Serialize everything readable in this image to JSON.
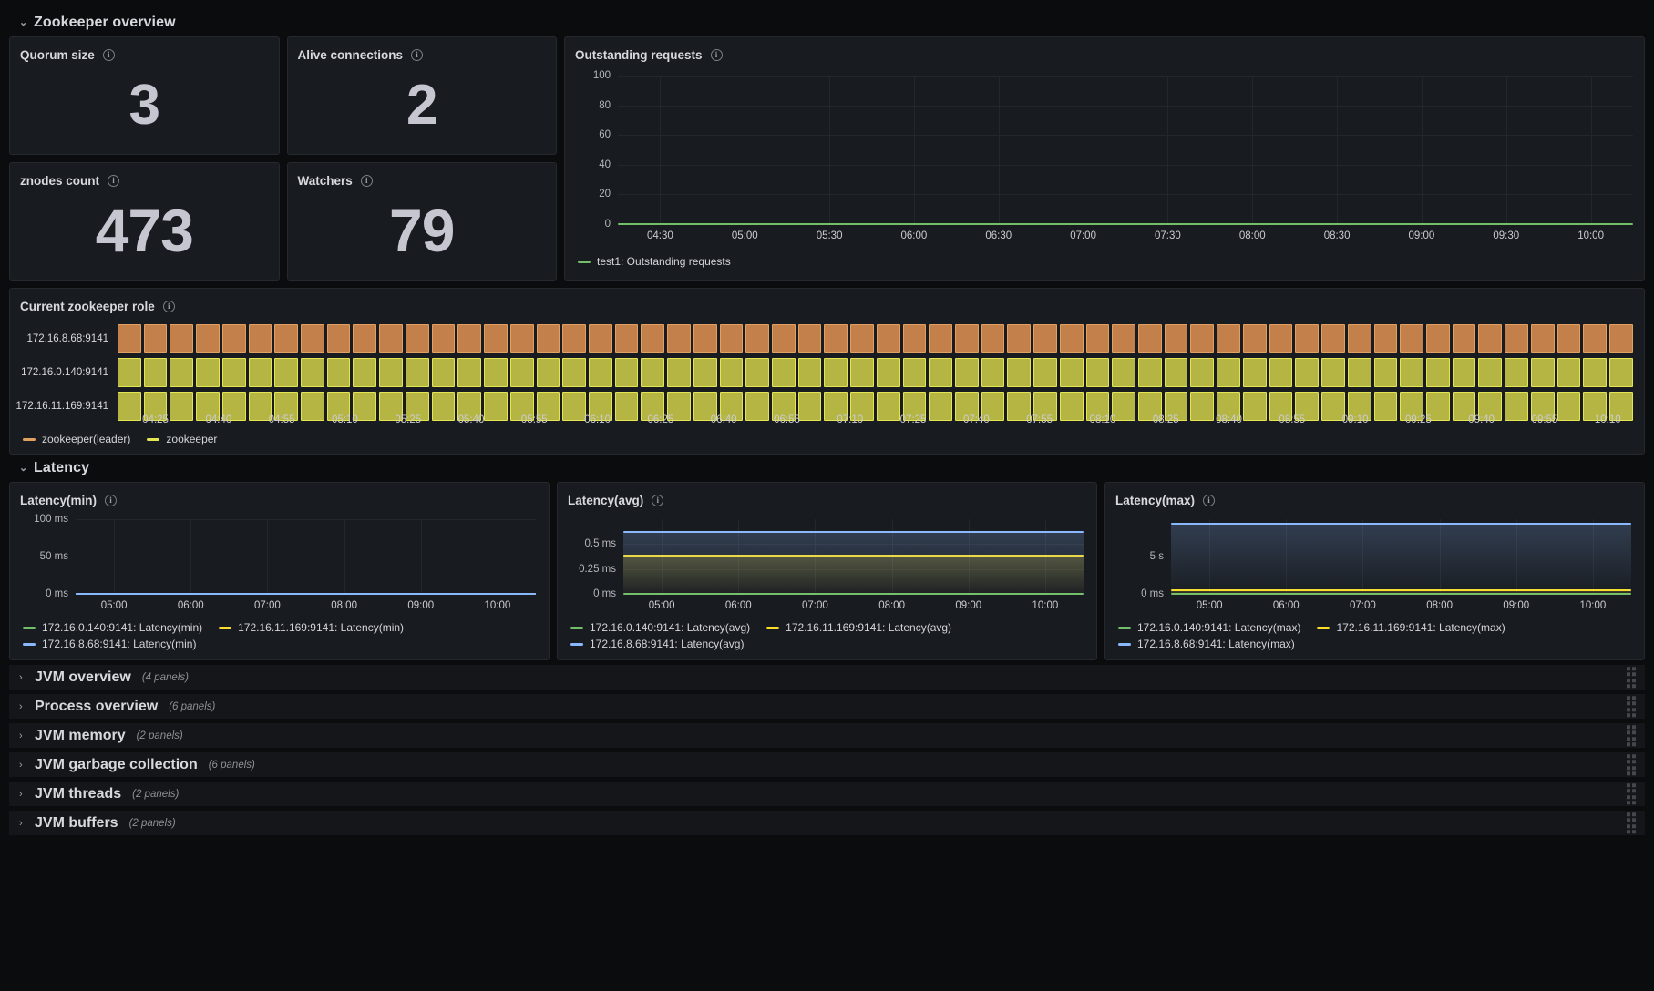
{
  "rows": {
    "zookeeper_overview": {
      "title": "Zookeeper overview",
      "chevron": "⌄"
    },
    "latency": {
      "title": "Latency",
      "chevron": "⌄"
    }
  },
  "stats": [
    {
      "title": "Quorum size",
      "value": "3",
      "info": "i"
    },
    {
      "title": "Alive connections",
      "value": "2",
      "info": "i"
    },
    {
      "title": "znodes count",
      "value": "473",
      "info": "i"
    },
    {
      "title": "Watchers",
      "value": "79",
      "info": "i"
    }
  ],
  "outstanding_requests": {
    "title": "Outstanding requests",
    "info": "i",
    "legend": [
      {
        "label": "test1: Outstanding requests",
        "color": "#73bf69"
      }
    ]
  },
  "zookeeper_role": {
    "title": "Current zookeeper role",
    "info": "i",
    "series_labels": [
      "172.16.8.68:9141",
      "172.16.0.140:9141",
      "172.16.11.169:9141"
    ],
    "legend": [
      {
        "label": "zookeeper(leader)",
        "color": "#e0a161"
      },
      {
        "label": "zookeeper",
        "color": "#e5e553"
      }
    ]
  },
  "latency_panels": [
    {
      "title": "Latency(min)",
      "info": "i",
      "legend": [
        {
          "label": "172.16.0.140:9141: Latency(min)",
          "color": "#73bf69"
        },
        {
          "label": "172.16.11.169:9141: Latency(min)",
          "color": "#fade2a"
        },
        {
          "label": "172.16.8.68:9141: Latency(min)",
          "color": "#8ab8ff"
        }
      ]
    },
    {
      "title": "Latency(avg)",
      "info": "i",
      "legend": [
        {
          "label": "172.16.0.140:9141: Latency(avg)",
          "color": "#73bf69"
        },
        {
          "label": "172.16.11.169:9141: Latency(avg)",
          "color": "#fade2a"
        },
        {
          "label": "172.16.8.68:9141: Latency(avg)",
          "color": "#8ab8ff"
        }
      ]
    },
    {
      "title": "Latency(max)",
      "info": "i",
      "legend": [
        {
          "label": "172.16.0.140:9141: Latency(max)",
          "color": "#73bf69"
        },
        {
          "label": "172.16.11.169:9141: Latency(max)",
          "color": "#fade2a"
        },
        {
          "label": "172.16.8.68:9141: Latency(max)",
          "color": "#8ab8ff"
        }
      ]
    }
  ],
  "collapsed_rows": [
    {
      "title": "JVM overview",
      "count": "(4 panels)",
      "chevron": "›"
    },
    {
      "title": "Process overview",
      "count": "(6 panels)",
      "chevron": "›"
    },
    {
      "title": "JVM memory",
      "count": "(2 panels)",
      "chevron": "›"
    },
    {
      "title": "JVM garbage collection",
      "count": "(6 panels)",
      "chevron": "›"
    },
    {
      "title": "JVM threads",
      "count": "(2 panels)",
      "chevron": "›"
    },
    {
      "title": "JVM buffers",
      "count": "(2 panels)",
      "chevron": "›"
    }
  ],
  "chart_data": [
    {
      "type": "line",
      "title": "Outstanding requests",
      "xlabel": "",
      "ylabel": "",
      "ylim": [
        0,
        100
      ],
      "yticks": [
        "0",
        "20",
        "40",
        "60",
        "80",
        "100"
      ],
      "xticks": [
        "04:30",
        "05:00",
        "05:30",
        "06:00",
        "06:30",
        "07:00",
        "07:30",
        "08:00",
        "08:30",
        "09:00",
        "09:30",
        "10:00"
      ],
      "grid": true,
      "legend_position": "bottom",
      "series": [
        {
          "name": "test1: Outstanding requests",
          "color": "#73bf69",
          "constant_value": 0
        }
      ]
    },
    {
      "type": "heatmap",
      "title": "Current zookeeper role",
      "ylabel": "",
      "categories": [
        "172.16.8.68:9141",
        "172.16.0.140:9141",
        "172.16.11.169:9141"
      ],
      "xticks": [
        "04:25",
        "04:40",
        "04:55",
        "05:10",
        "05:25",
        "05:40",
        "05:55",
        "06:10",
        "06:25",
        "06:40",
        "06:55",
        "07:10",
        "07:25",
        "07:40",
        "07:55",
        "08:10",
        "08:25",
        "08:40",
        "08:55",
        "09:10",
        "09:25",
        "09:40",
        "09:55",
        "10:10"
      ],
      "states": [
        {
          "row": "172.16.8.68:9141",
          "state": "zookeeper(leader)",
          "color": "#c4804a"
        },
        {
          "row": "172.16.0.140:9141",
          "state": "zookeeper",
          "color": "#b5b544"
        },
        {
          "row": "172.16.11.169:9141",
          "state": "zookeeper",
          "color": "#b5b544"
        }
      ],
      "legend_position": "bottom"
    },
    {
      "type": "line",
      "title": "Latency(min)",
      "ylim": [
        0,
        100
      ],
      "yticks": [
        "0 ms",
        "50 ms",
        "100 ms"
      ],
      "xticks": [
        "05:00",
        "06:00",
        "07:00",
        "08:00",
        "09:00",
        "10:00"
      ],
      "grid": true,
      "legend_position": "bottom",
      "series": [
        {
          "name": "172.16.0.140:9141: Latency(min)",
          "color": "#73bf69",
          "constant_value": 0
        },
        {
          "name": "172.16.11.169:9141: Latency(min)",
          "color": "#fade2a",
          "constant_value": 0
        },
        {
          "name": "172.16.8.68:9141: Latency(min)",
          "color": "#8ab8ff",
          "constant_value": 0
        }
      ]
    },
    {
      "type": "area",
      "title": "Latency(avg)",
      "ylim": [
        0,
        0.75
      ],
      "yticks": [
        "0 ms",
        "0.25 ms",
        "0.5 ms"
      ],
      "xticks": [
        "05:00",
        "06:00",
        "07:00",
        "08:00",
        "09:00",
        "10:00"
      ],
      "grid": true,
      "legend_position": "bottom",
      "series": [
        {
          "name": "172.16.0.140:9141: Latency(avg)",
          "color": "#73bf69",
          "constant_value": 0
        },
        {
          "name": "172.16.11.169:9141: Latency(avg)",
          "color": "#fade2a",
          "constant_value": 0.38
        },
        {
          "name": "172.16.8.68:9141: Latency(avg)",
          "color": "#8ab8ff",
          "constant_value": 0.62
        }
      ]
    },
    {
      "type": "area",
      "title": "Latency(max)",
      "ylim": [
        0,
        10
      ],
      "yticks": [
        "0 ms",
        "5 s"
      ],
      "xticks": [
        "05:00",
        "06:00",
        "07:00",
        "08:00",
        "09:00",
        "10:00"
      ],
      "grid": true,
      "legend_position": "bottom",
      "series": [
        {
          "name": "172.16.0.140:9141: Latency(max)",
          "color": "#73bf69",
          "constant_value": 0
        },
        {
          "name": "172.16.11.169:9141: Latency(max)",
          "color": "#fade2a",
          "constant_value": 0.45
        },
        {
          "name": "172.16.8.68:9141: Latency(max)",
          "color": "#8ab8ff",
          "constant_value": 9.4
        }
      ]
    }
  ]
}
